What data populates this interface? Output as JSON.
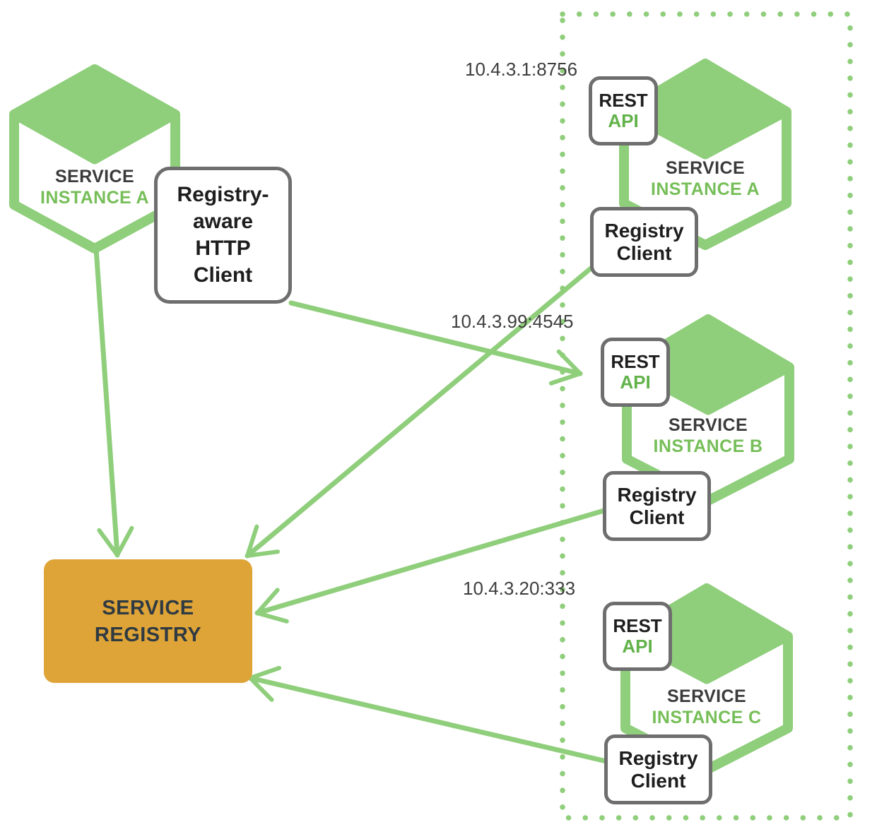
{
  "diagram": {
    "left_instance": {
      "service": "SERVICE",
      "instance": "INSTANCE A"
    },
    "http_client": {
      "line1": "Registry-",
      "line2": "aware",
      "line3": "HTTP",
      "line4": "Client"
    },
    "service_registry": {
      "line1": "SERVICE",
      "line2": "REGISTRY"
    },
    "instances": [
      {
        "address": "10.4.3.1:8756",
        "rest": "REST",
        "api": "API",
        "service": "SERVICE",
        "instance": "INSTANCE A",
        "client_line1": "Registry",
        "client_line2": "Client"
      },
      {
        "address": "10.4.3.99:4545",
        "rest": "REST",
        "api": "API",
        "service": "SERVICE",
        "instance": "INSTANCE B",
        "client_line1": "Registry",
        "client_line2": "Client"
      },
      {
        "address": "10.4.3.20:333",
        "rest": "REST",
        "api": "API",
        "service": "SERVICE",
        "instance": "INSTANCE C",
        "client_line1": "Registry",
        "client_line2": "Client"
      }
    ],
    "colors": {
      "green": "#8FCE7B",
      "green_text_api": "#62B24A",
      "green_text_instance": "#76BE58",
      "orange": "#DFA437",
      "border_gray": "#6E6E6E",
      "dark_text": "#1E1E1E",
      "registry_text": "#2F3A42",
      "address_text": "#3E3E3E"
    }
  }
}
